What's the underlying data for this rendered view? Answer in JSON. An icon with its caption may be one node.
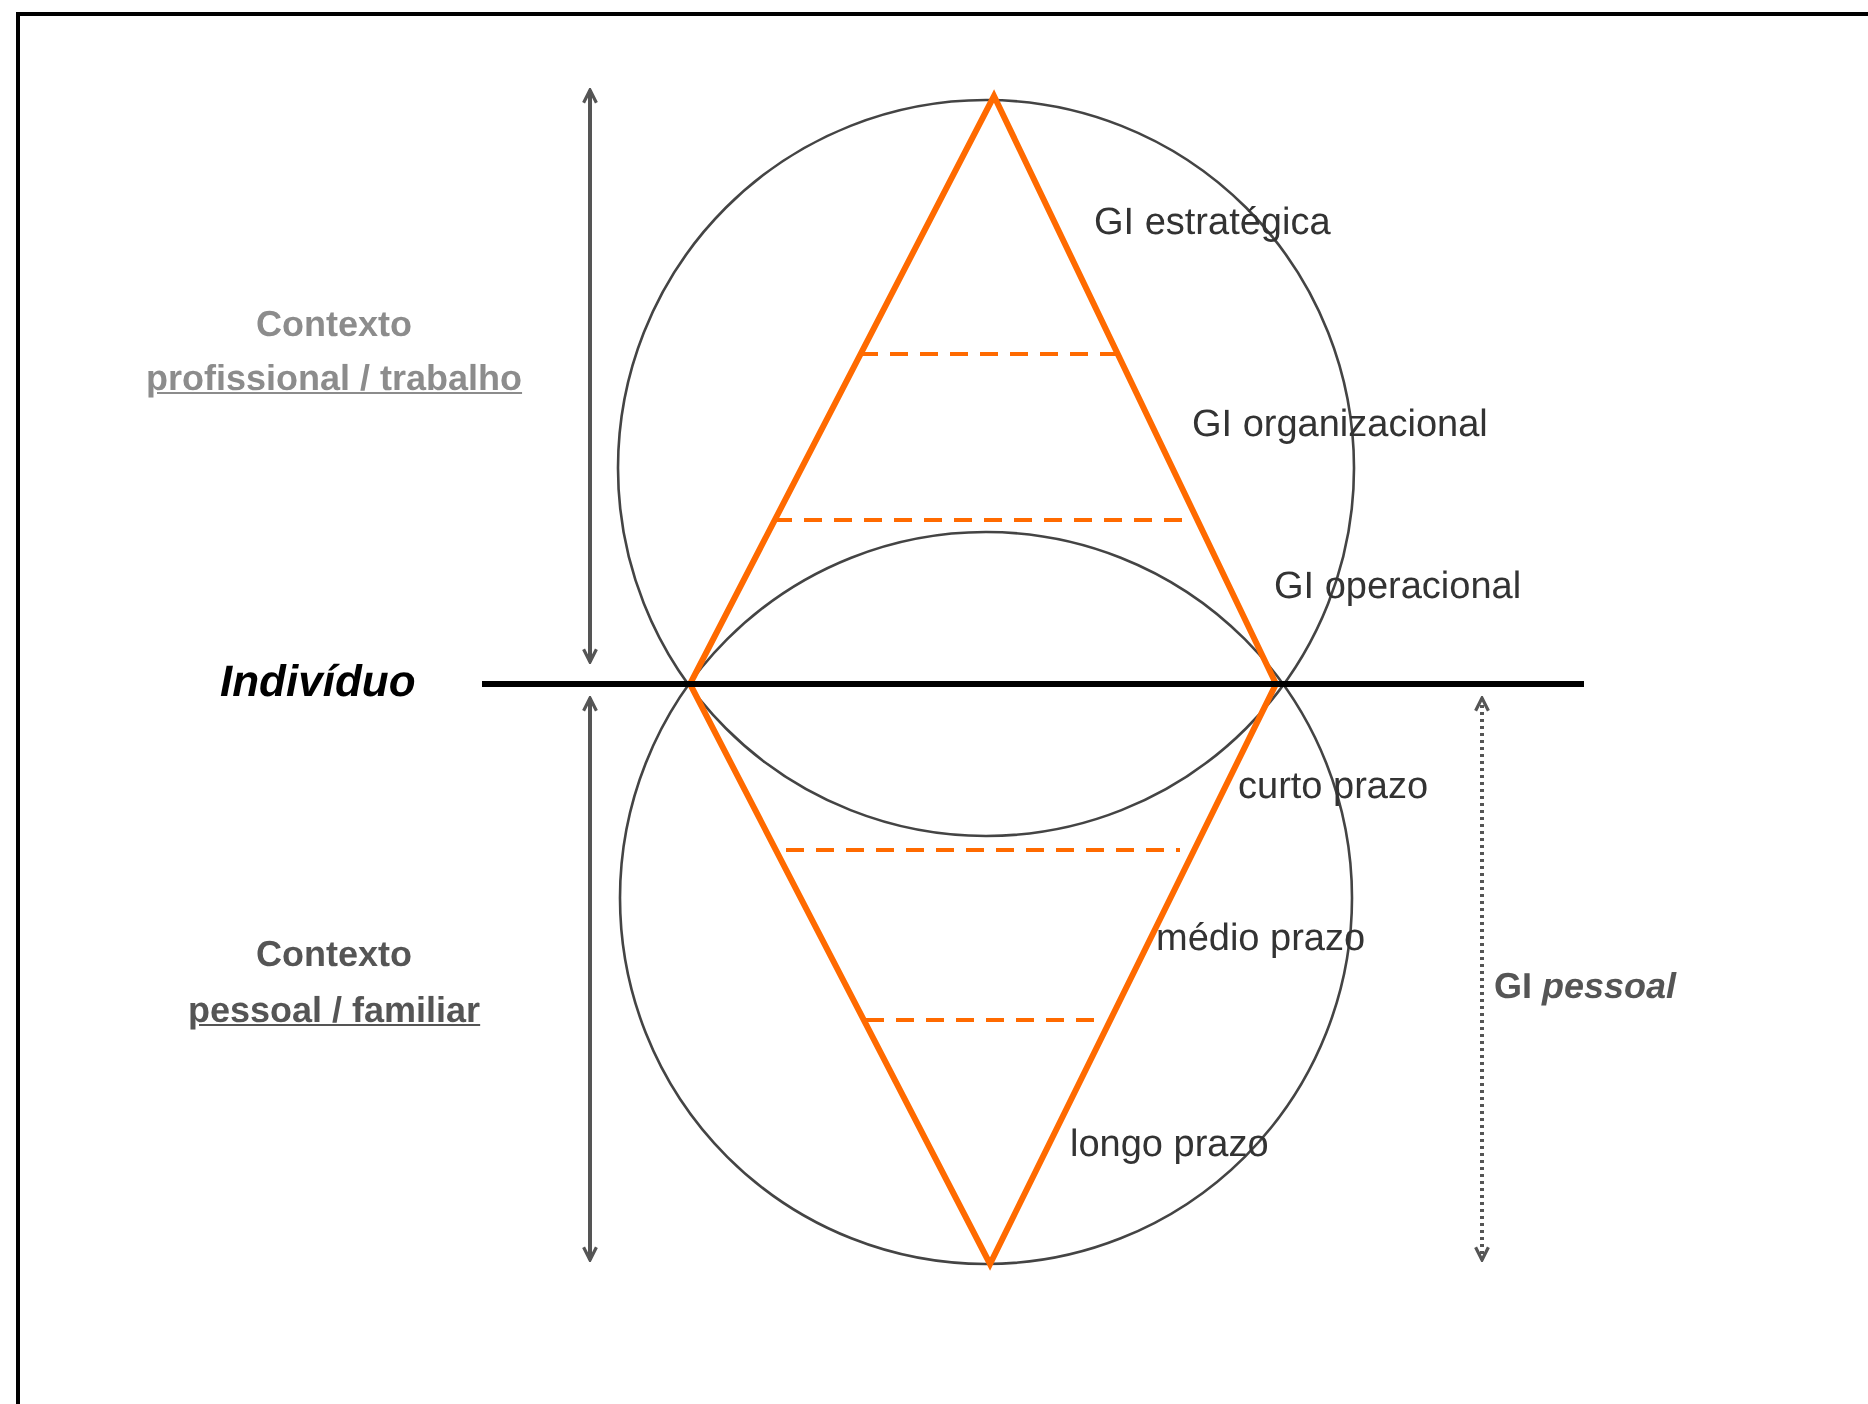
{
  "diagram": {
    "labels": [
      "Contexto",
      "profissional / trabalho",
      "GI estratégica",
      "GI organizacional",
      "GI operacional",
      "Indivíduo",
      "curto prazo",
      "médio prazo",
      "GI *pessoal*",
      "Contexto",
      "pessoal / familiar",
      "longo prazo"
    ]
  }
}
